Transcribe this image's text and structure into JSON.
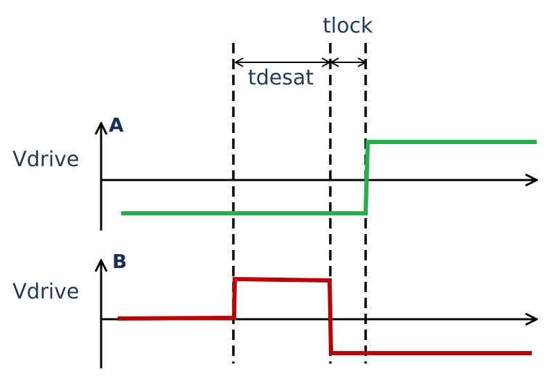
{
  "timing": {
    "tlock": "tlock",
    "tdesat": "tdesat"
  },
  "panels": {
    "a": {
      "label": "A",
      "ylabel": "Vdrive"
    },
    "b": {
      "label": "B",
      "ylabel": "Vdrive"
    }
  },
  "colors": {
    "axis": "#000000",
    "text": "#1f3b5c",
    "signal_a": "#1fb24a",
    "signal_b": "#c00000"
  }
}
